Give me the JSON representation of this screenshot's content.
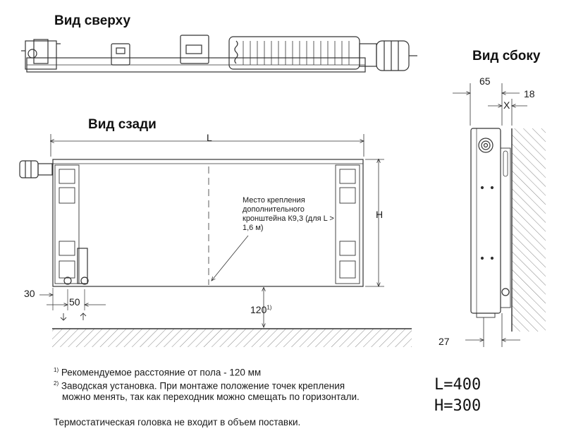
{
  "views": {
    "top": "Вид сверху",
    "back": "Вид сзади",
    "side": "Вид сбоку"
  },
  "dimensions": {
    "length": "L",
    "height": "H",
    "offset_30": "30",
    "offset_50": "50",
    "floor_gap": "120",
    "floor_gap_sup": "1)",
    "side_depth": "65",
    "side_gap": "18",
    "side_x": "X",
    "side_bottom": "27"
  },
  "callout": {
    "text": "Место крепления дополнительного кронштейна К9,3 (для L > 1,6 м)"
  },
  "notes": [
    {
      "mark": "1)",
      "text": "Рекомендуемое расстояние от пола - 120 мм"
    },
    {
      "mark": "2)",
      "text": "Заводская установка. При монтаже положение точек крепления"
    },
    {
      "mark": "",
      "text": "можно менять, так как переходник можно смещать по горизонтали."
    },
    {
      "mark": "",
      "text": "Термостатическая головка не входит в объем поставки."
    }
  ],
  "spec": {
    "length": "L=400",
    "height": "H=300"
  },
  "colors": {
    "line": "#333333",
    "hatch": "#777777"
  }
}
